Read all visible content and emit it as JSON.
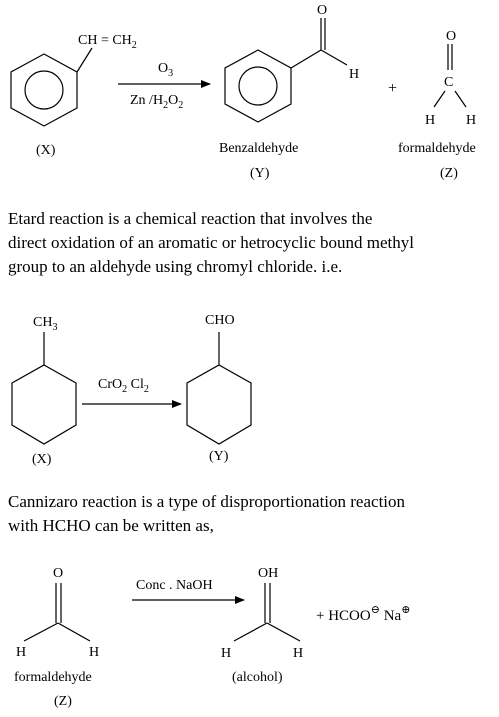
{
  "reaction1": {
    "substituent": "CH = CH",
    "substituent_sub": "2",
    "reagent_top": "O",
    "reagent_top_sub": "3",
    "reagent_bottom_a": "Zn /H",
    "reagent_bottom_sub1": "2",
    "reagent_bottom_b": "O",
    "reagent_bottom_sub2": "2",
    "label_x": "(X)",
    "aldehyde_O": "O",
    "aldehyde_H": "H",
    "product_name": "Benzaldehyde",
    "label_y": "(Y)",
    "plus": "+",
    "form_O": "O",
    "form_C": "C",
    "form_H1": "H",
    "form_H2": "H",
    "form_name": "formaldehyde",
    "label_z": "(Z)"
  },
  "etard_paragraph": "Etard reaction is a chemical reaction that involves the\ndirect oxidation of an aromatic or hetrocyclic bound methyl\ngroup to an aldehyde using chromyl chloride. i.e.",
  "reaction2": {
    "substituent": "CH",
    "substituent_sub": "3",
    "reagent_a": "CrO",
    "reagent_sub1": "2",
    "reagent_b": " Cl",
    "reagent_sub2": "2",
    "product_group": "CHO",
    "label_x": "(X)",
    "label_y": "(Y)"
  },
  "cannizzaro_paragraph": "Cannizaro reaction is a type of disproportionation reaction\nwith HCHO can be written as,",
  "reaction3": {
    "reactant_O": "O",
    "reactant_H1": "H",
    "reactant_H2": "H",
    "reactant_name": "formaldehyde",
    "label_z": "(Z)",
    "reagent": "Conc . NaOH",
    "product_OH": "OH",
    "product_H1": "H",
    "product_H2": "H",
    "product_name": "(alcohol)",
    "byproduct_a": "+  HCOO",
    "charge_minus": "⊖",
    "byproduct_b": " Na",
    "charge_plus": "⊕"
  }
}
